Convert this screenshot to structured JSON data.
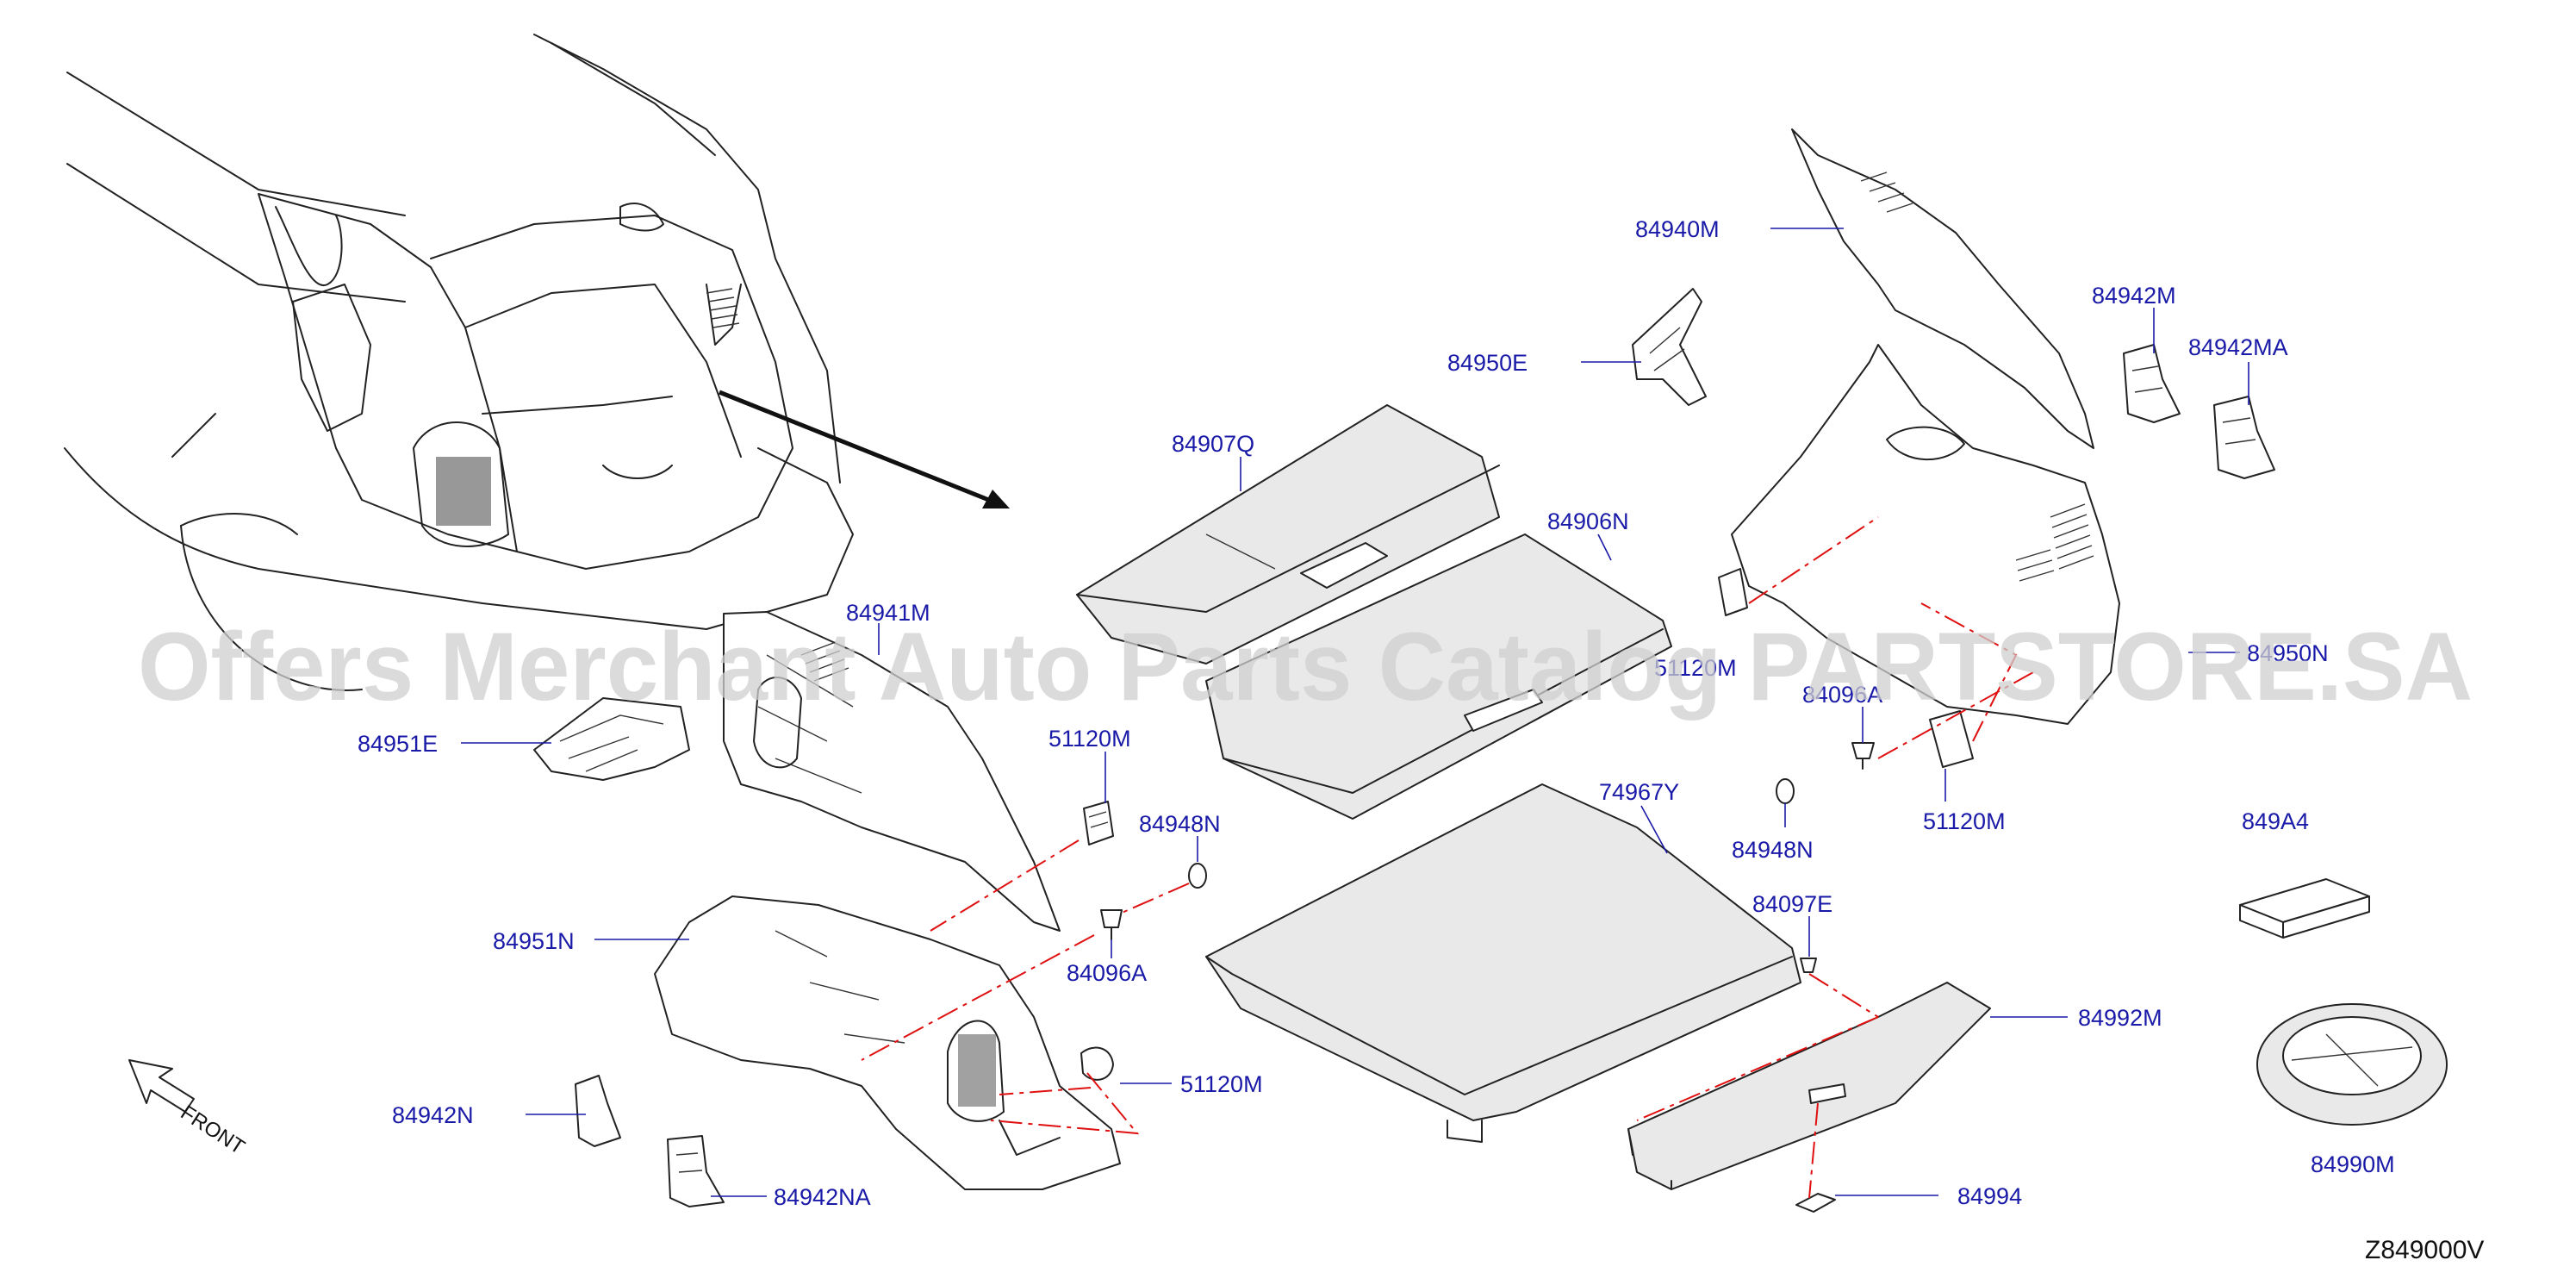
{
  "diagram": {
    "reference_code": "Z849000V",
    "front_label": "FRONT",
    "watermark": "Offers Merchant Auto Parts Catalog PARTSTORE.SA",
    "colors": {
      "label": "#1a1aa8",
      "dash_line": "#e01010",
      "outline": "#222222",
      "watermark": "#cfcfcf"
    },
    "parts": [
      {
        "id": "p84940M",
        "label": "84940M"
      },
      {
        "id": "p84942M",
        "label": "84942M"
      },
      {
        "id": "p84942MA",
        "label": "84942MA"
      },
      {
        "id": "p84950E",
        "label": "84950E"
      },
      {
        "id": "p84907Q",
        "label": "84907Q"
      },
      {
        "id": "p84906N",
        "label": "84906N"
      },
      {
        "id": "p84941M",
        "label": "84941M"
      },
      {
        "id": "p84951E",
        "label": "84951E"
      },
      {
        "id": "p51120M_a",
        "label": "51120M"
      },
      {
        "id": "p84948N_a",
        "label": "84948N"
      },
      {
        "id": "p84096A_a",
        "label": "84096A"
      },
      {
        "id": "p84951N",
        "label": "84951N"
      },
      {
        "id": "p51120M_b",
        "label": "51120M"
      },
      {
        "id": "p84942N",
        "label": "84942N"
      },
      {
        "id": "p84942NA",
        "label": "84942NA"
      },
      {
        "id": "p74967Y",
        "label": "74967Y"
      },
      {
        "id": "p84097E",
        "label": "84097E"
      },
      {
        "id": "p84992M",
        "label": "84992M"
      },
      {
        "id": "p84994",
        "label": "84994"
      },
      {
        "id": "p51120M_c",
        "label": "51120M"
      },
      {
        "id": "p84096A_b",
        "label": "84096A"
      },
      {
        "id": "p84948N_b",
        "label": "84948N"
      },
      {
        "id": "p51120M_d",
        "label": "51120M"
      },
      {
        "id": "p84950N",
        "label": "84950N"
      },
      {
        "id": "p849A4",
        "label": "849A4"
      },
      {
        "id": "p84990M",
        "label": "84990M"
      }
    ]
  }
}
